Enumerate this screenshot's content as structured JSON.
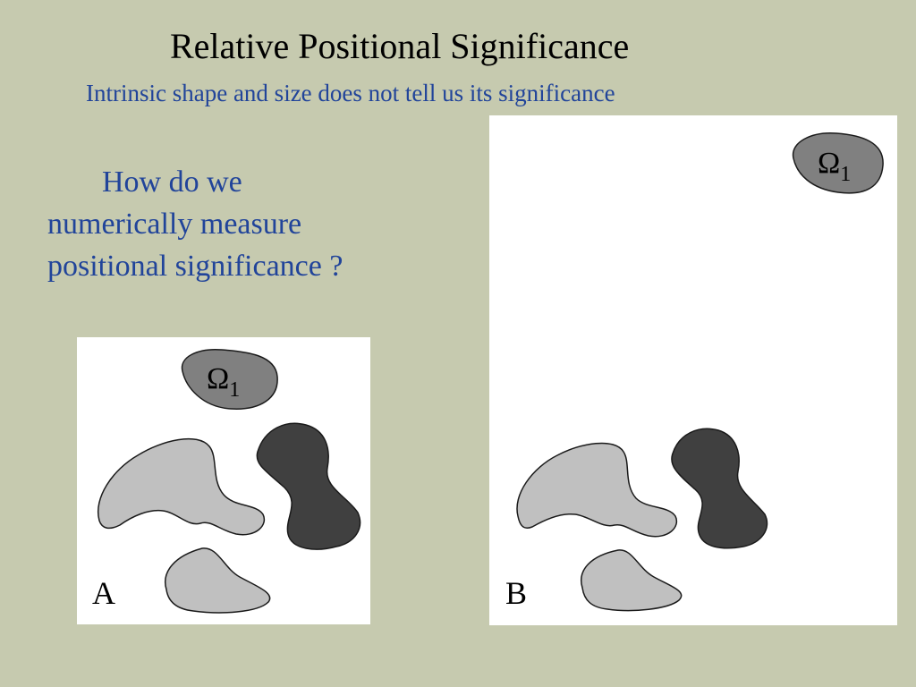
{
  "title": "Relative Positional Significance",
  "subtitle": "Intrinsic shape and size does not tell us its significance",
  "question": {
    "line1": "How do we",
    "line2": "numerically measure",
    "line3": "positional significance ?"
  },
  "panels": {
    "a": {
      "label": "A",
      "omega_symbol": "Ω",
      "omega_subscript": "1"
    },
    "b": {
      "label": "B",
      "omega_symbol": "Ω",
      "omega_subscript": "1"
    }
  },
  "colors": {
    "background": "#c6caaf",
    "title_text": "#000000",
    "accent_text": "#21449a",
    "panel_bg": "#ffffff",
    "blob_light": "#c0c0c0",
    "blob_mid": "#808080",
    "blob_dark": "#404040"
  }
}
